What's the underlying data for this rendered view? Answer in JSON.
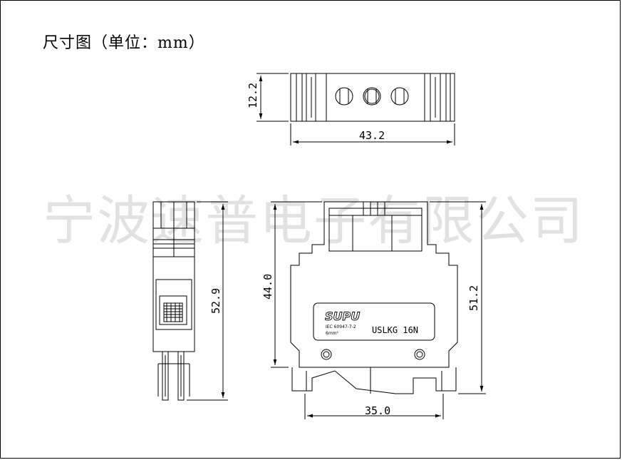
{
  "title": "尺寸图（单位：mm）",
  "watermark": "宁波速普电子有限公司",
  "dimensions": {
    "top_height": "12.2",
    "top_width": "43.2",
    "side_height": "52.9",
    "front_body_height": "44.0",
    "front_total_height": "51.2",
    "front_width": "35.0"
  },
  "label": {
    "brand": "SUPU",
    "standard": "IEC 60947-7-2",
    "cross_section": "6mm²",
    "model": "USLKG 16N"
  }
}
